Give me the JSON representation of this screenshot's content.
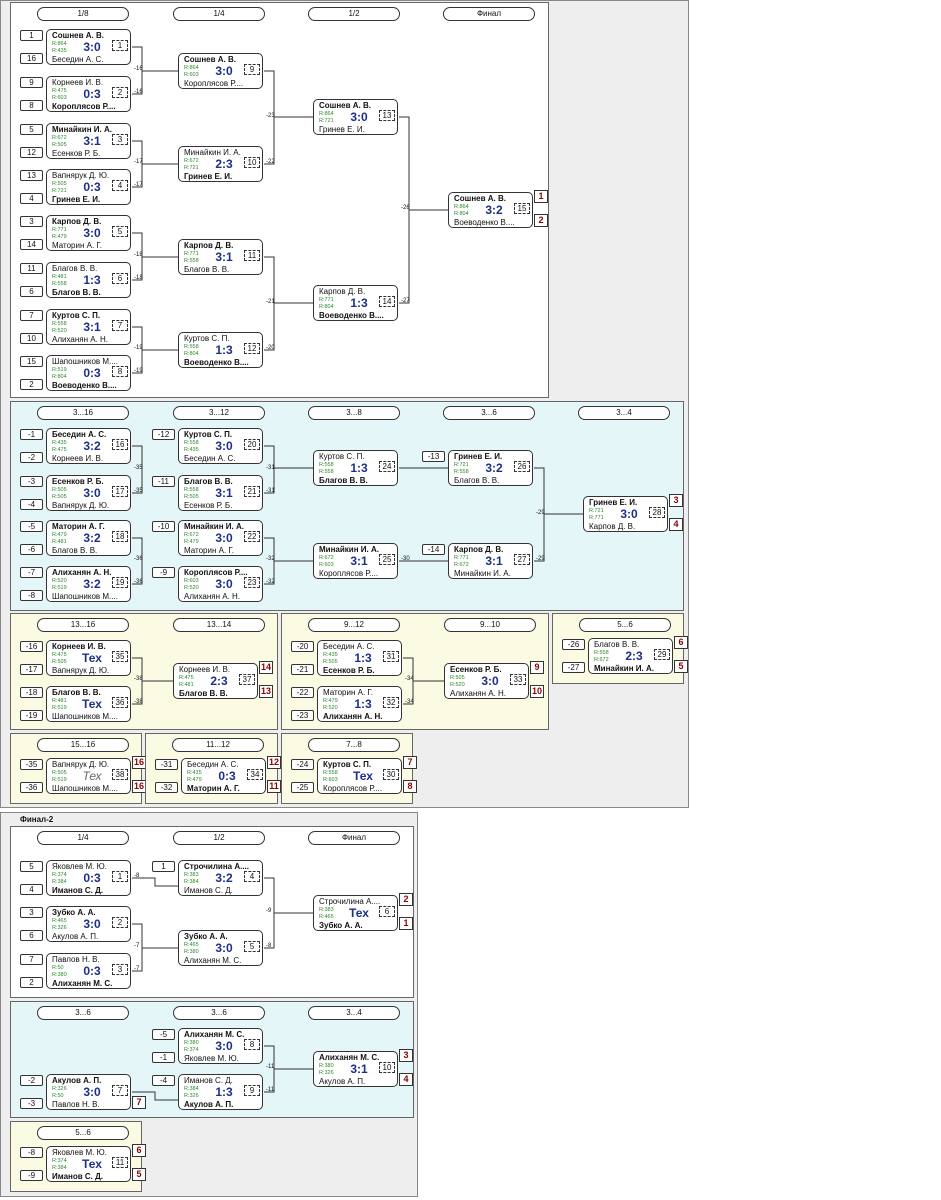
{
  "main": {
    "rounds": [
      "1/8",
      "1/4",
      "1/2",
      "Финал"
    ],
    "r16": [
      {
        "s1": "1",
        "s2": "16",
        "p1": "Сошнев А. В.",
        "p2": "Беседин А. С.",
        "r1": "R:864",
        "r2": "R:435",
        "sc": "3:0",
        "m": "1",
        "l": "-16",
        "w": 1
      },
      {
        "s1": "9",
        "s2": "8",
        "p1": "Корнеев И. В.",
        "p2": "Короплясов Р....",
        "r1": "R:475",
        "r2": "R:603",
        "sc": "0:3",
        "m": "2",
        "l": "-16",
        "w": 2
      },
      {
        "s1": "5",
        "s2": "12",
        "p1": "Минайкин И. А.",
        "p2": "Есенков Р. Б.",
        "r1": "R:672",
        "r2": "R:505",
        "sc": "3:1",
        "m": "3",
        "l": "-17",
        "w": 1
      },
      {
        "s1": "13",
        "s2": "4",
        "p1": "Вапнярук Д. Ю.",
        "p2": "Гринев Е. И.",
        "r1": "R:505",
        "r2": "R:721",
        "sc": "0:3",
        "m": "4",
        "l": "-17",
        "w": 2
      },
      {
        "s1": "3",
        "s2": "14",
        "p1": "Карпов Д. В.",
        "p2": "Маторин А. Г.",
        "r1": "R:771",
        "r2": "R:479",
        "sc": "3:0",
        "m": "5",
        "l": "-18",
        "w": 1
      },
      {
        "s1": "11",
        "s2": "6",
        "p1": "Благов В. В.",
        "p2": "Благов В. В.",
        "r1": "R:481",
        "r2": "R:558",
        "sc": "1:3",
        "m": "6",
        "l": "-18",
        "w": 2
      },
      {
        "s1": "7",
        "s2": "10",
        "p1": "Куртов С. П.",
        "p2": "Алиханян А. Н.",
        "r1": "R:558",
        "r2": "R:520",
        "sc": "3:1",
        "m": "7",
        "l": "-19",
        "w": 1
      },
      {
        "s1": "15",
        "s2": "2",
        "p1": "Шапошников М....",
        "p2": "Воеводенко В....",
        "r1": "R:519",
        "r2": "R:804",
        "sc": "0:3",
        "m": "8",
        "l": "-19",
        "w": 2
      }
    ],
    "qf": [
      {
        "p1": "Сошнев А. В.",
        "p2": "Короплясов Р....",
        "r1": "R:864",
        "r2": "R:603",
        "sc": "3:0",
        "m": "9",
        "l": "-23",
        "w": 1
      },
      {
        "p1": "Минайкин И. А.",
        "p2": "Гринев Е. И.",
        "r1": "R:672",
        "r2": "R:721",
        "sc": "2:3",
        "m": "10",
        "l": "-22",
        "w": 2
      },
      {
        "p1": "Карпов Д. В.",
        "p2": "Благов В. В.",
        "r1": "R:771",
        "r2": "R:558",
        "sc": "3:1",
        "m": "11",
        "l": "-21",
        "w": 1
      },
      {
        "p1": "Куртов С. П.",
        "p2": "Воеводенко В....",
        "r1": "R:558",
        "r2": "R:804",
        "sc": "1:3",
        "m": "12",
        "l": "-20",
        "w": 2
      }
    ],
    "sf": [
      {
        "p1": "Сошнев А. В.",
        "p2": "Гринев Е. И.",
        "r1": "R:864",
        "r2": "R:721",
        "sc": "3:0",
        "m": "13",
        "l": "-26",
        "w": 1
      },
      {
        "p1": "Карпов Д. В.",
        "p2": "Воеводенко В....",
        "r1": "R:771",
        "r2": "R:804",
        "sc": "1:3",
        "m": "14",
        "l": "-27",
        "w": 2
      }
    ],
    "fin": {
      "p1": "Сошнев А. В.",
      "p2": "Воеводенко В....",
      "r1": "R:864",
      "r2": "R:804",
      "sc": "3:2",
      "m": "15",
      "w": 1,
      "pl1": "1",
      "pl2": "2"
    }
  },
  "cons": {
    "rounds": [
      "3...16",
      "3...12",
      "3...8",
      "3...6",
      "3...4"
    ],
    "c1": [
      {
        "s1": "-1",
        "s2": "-2",
        "p1": "Беседин А. С.",
        "p2": "Корнеев И. В.",
        "r1": "R:435",
        "r2": "R:475",
        "sc": "3:2",
        "m": "16",
        "l": "-35",
        "w": 1
      },
      {
        "s1": "-3",
        "s2": "-4",
        "p1": "Есенков Р. Б.",
        "p2": "Вапнярук Д. Ю.",
        "r1": "R:505",
        "r2": "R:505",
        "sc": "3:0",
        "m": "17",
        "l": "-35",
        "w": 1
      },
      {
        "s1": "-5",
        "s2": "-6",
        "p1": "Маторин А. Г.",
        "p2": "Благов В. В.",
        "r1": "R:479",
        "r2": "R:481",
        "sc": "3:2",
        "m": "18",
        "l": "-36",
        "w": 1
      },
      {
        "s1": "-7",
        "s2": "-8",
        "p1": "Алиханян А. Н.",
        "p2": "Шапошников М....",
        "r1": "R:520",
        "r2": "R:519",
        "sc": "3:2",
        "m": "19",
        "l": "-36",
        "w": 1
      }
    ],
    "c2": [
      {
        "s1": "-12",
        "p1": "Куртов С. П.",
        "p2": "Беседин А. С.",
        "r1": "R:558",
        "r2": "R:435",
        "sc": "3:0",
        "m": "20",
        "l": "-31",
        "w": 1
      },
      {
        "s1": "-11",
        "p1": "Благов В. В.",
        "p2": "Есенков Р. Б.",
        "r1": "R:558",
        "r2": "R:505",
        "sc": "3:1",
        "m": "21",
        "l": "-31",
        "w": 1
      },
      {
        "s1": "-10",
        "p1": "Минайкин И. А.",
        "p2": "Маторин А. Г.",
        "r1": "R:672",
        "r2": "R:479",
        "sc": "3:0",
        "m": "22",
        "l": "-32",
        "w": 1
      },
      {
        "s1": "-9",
        "p1": "Короплясов Р....",
        "p2": "Алиханян А. Н.",
        "r1": "R:603",
        "r2": "R:520",
        "sc": "3:0",
        "m": "23",
        "l": "-32",
        "w": 1
      }
    ],
    "c3": [
      {
        "p1": "Куртов С. П.",
        "p2": "Благов В. В.",
        "r1": "R:558",
        "r2": "R:558",
        "sc": "1:3",
        "m": "24",
        "l": "-30",
        "w": 2
      },
      {
        "p1": "Минайкин И. А.",
        "p2": "Короплясов Р....",
        "r1": "R:672",
        "r2": "R:603",
        "sc": "3:1",
        "m": "25",
        "l": "-30",
        "w": 1
      }
    ],
    "c4": [
      {
        "s1": "-13",
        "p1": "Гринев Е. И.",
        "p2": "Благов В. В.",
        "r1": "R:721",
        "r2": "R:558",
        "sc": "3:2",
        "m": "26",
        "l": "-29",
        "w": 1
      },
      {
        "s1": "-14",
        "p1": "Карпов Д. В.",
        "p2": "Минайкин И. А.",
        "r1": "R:771",
        "r2": "R:672",
        "sc": "3:1",
        "m": "27",
        "l": "-29",
        "w": 1
      }
    ],
    "c5": {
      "p1": "Гринев Е. И.",
      "p2": "Карпов Д. В.",
      "r1": "R:721",
      "r2": "R:771",
      "sc": "3:0",
      "m": "28",
      "w": 1,
      "pl1": "3",
      "pl2": "4"
    }
  },
  "b1316": {
    "rounds": [
      "13...16",
      "13...14"
    ],
    "a": [
      {
        "s1": "-16",
        "s2": "-17",
        "p1": "Корнеев И. В.",
        "p2": "Вапнярук Д. Ю.",
        "r1": "R:475",
        "r2": "R:505",
        "sc": "Тех",
        "m": "35",
        "l": "-38",
        "w": 1
      },
      {
        "s1": "-18",
        "s2": "-19",
        "p1": "Благов В. В.",
        "p2": "Шапошников М....",
        "r1": "R:481",
        "r2": "R:519",
        "sc": "Тех",
        "m": "36",
        "l": "-38",
        "w": 1
      }
    ],
    "b": {
      "p1": "Корнеев И. В.",
      "p2": "Благов В. В.",
      "r1": "R:475",
      "r2": "R:481",
      "sc": "2:3",
      "m": "37",
      "w": 2,
      "pl1": "14",
      "pl2": "13"
    }
  },
  "b912": {
    "rounds": [
      "9...12",
      "9...10"
    ],
    "a": [
      {
        "s1": "-20",
        "s2": "-21",
        "p1": "Беседин А. С.",
        "p2": "Есенков Р. Б.",
        "r1": "R:435",
        "r2": "R:505",
        "sc": "1:3",
        "m": "31",
        "l": "-34",
        "w": 2
      },
      {
        "s1": "-22",
        "s2": "-23",
        "p1": "Маторин А. Г.",
        "p2": "Алиханян А. Н.",
        "r1": "R:479",
        "r2": "R:520",
        "sc": "1:3",
        "m": "32",
        "l": "-34",
        "w": 2
      }
    ],
    "b": {
      "p1": "Есенков Р. Б.",
      "p2": "Алиханян А. Н.",
      "r1": "R:505",
      "r2": "R:520",
      "sc": "3:0",
      "m": "33",
      "w": 1,
      "pl1": "9",
      "pl2": "10"
    }
  },
  "b56": {
    "round": "5...6",
    "s1": "-26",
    "s2": "-27",
    "p1": "Благов В. В.",
    "p2": "Минайкин И. А.",
    "r1": "R:558",
    "r2": "R:672",
    "sc": "2:3",
    "m": "29",
    "w": 2,
    "pl1": "6",
    "pl2": "5"
  },
  "b1516": {
    "round": "15...16",
    "s1": "-35",
    "s2": "-36",
    "p1": "Вапнярук Д. Ю.",
    "p2": "Шапошников М....",
    "r1": "R:505",
    "r2": "R:519",
    "sc": "Тех",
    "m": "38",
    "w": 0,
    "pl1": "16",
    "pl2": "16"
  },
  "b1112": {
    "round": "11...12",
    "s1": "-31",
    "s2": "-32",
    "p1": "Беседин А. С.",
    "p2": "Маторин А. Г.",
    "r1": "R:435",
    "r2": "R:479",
    "sc": "0:3",
    "m": "34",
    "w": 2,
    "pl1": "12",
    "pl2": "11"
  },
  "b78": {
    "round": "7...8",
    "s1": "-24",
    "s2": "-25",
    "p1": "Куртов С. П.",
    "p2": "Короплясов Р....",
    "r1": "R:558",
    "r2": "R:603",
    "sc": "Тех",
    "m": "30",
    "w": 1,
    "pl1": "7",
    "pl2": "8"
  },
  "f2": {
    "title": "Финал-2",
    "rounds": [
      "1/4",
      "1/2",
      "Финал"
    ],
    "qf": [
      {
        "s1": "5",
        "s2": "4",
        "p1": "Яковлев М. Ю.",
        "p2": "Иманов С. Д.",
        "r1": "R:374",
        "r2": "R:384",
        "sc": "0:3",
        "m": "1",
        "l": "-8",
        "w": 2
      },
      {
        "s1": "3",
        "s2": "6",
        "p1": "Зубко А. А.",
        "p2": "Акулов А. П.",
        "r1": "R:465",
        "r2": "R:326",
        "sc": "3:0",
        "m": "2",
        "l": "-7",
        "w": 1
      },
      {
        "s1": "7",
        "s2": "2",
        "p1": "Павлов Н. В.",
        "p2": "Алиханян М. С.",
        "r1": "R:50",
        "r2": "R:380",
        "sc": "0:3",
        "m": "3",
        "l": "-7",
        "w": 2
      }
    ],
    "sf": [
      {
        "s1": "1",
        "p1": "Строчилина А....",
        "p2": "Иманов С. Д.",
        "r1": "R:383",
        "r2": "R:384",
        "sc": "3:2",
        "m": "4",
        "l": "-9",
        "w": 1
      },
      {
        "p1": "Зубко А. А.",
        "p2": "Алиханян М. С.",
        "r1": "R:465",
        "r2": "R:380",
        "sc": "3:0",
        "m": "5",
        "l": "-8",
        "w": 1
      }
    ],
    "fin": {
      "p1": "Строчилина А....",
      "p2": "Зубко А. А.",
      "r1": "R:383",
      "r2": "R:465",
      "sc": "Тех",
      "m": "6",
      "w": 2,
      "pl1": "2",
      "pl2": "1"
    }
  },
  "f2c": {
    "rounds": [
      "3...6",
      "3...6",
      "3...4"
    ],
    "a": {
      "s1": "-2",
      "s2": "-3",
      "p1": "Акулов А. П.",
      "p2": "Павлов Н. В.",
      "r1": "R:326",
      "r2": "R:50",
      "sc": "3:0",
      "m": "7",
      "w": 1,
      "pl2": "7"
    },
    "b": [
      {
        "s1": "-5",
        "s2": "-1",
        "p1": "Алиханян М. С.",
        "p2": "Яковлев М. Ю.",
        "r1": "R:380",
        "r2": "R:374",
        "sc": "3:0",
        "m": "8",
        "l": "-11",
        "w": 1
      },
      {
        "s1": "-4",
        "p1": "Иманов С. Д.",
        "p2": "Акулов А. П.",
        "r1": "R:384",
        "r2": "R:326",
        "sc": "1:3",
        "m": "9",
        "l": "-11",
        "w": 2
      }
    ],
    "c": {
      "p1": "Алиханян М. С.",
      "p2": "Акулов А. П.",
      "r1": "R:380",
      "r2": "R:326",
      "sc": "3:1",
      "m": "10",
      "w": 1,
      "pl1": "3",
      "pl2": "4"
    }
  },
  "f256": {
    "round": "5...6",
    "s1": "-8",
    "s2": "-9",
    "p1": "Яковлев М. Ю.",
    "p2": "Иманов С. Д.",
    "r1": "R:374",
    "r2": "R:384",
    "sc": "Тех",
    "m": "11",
    "w": 2,
    "pl1": "6",
    "pl2": "5"
  },
  "colors": {
    "cyan": "#e4f6f8",
    "yellow": "#fbfbe4",
    "grey": "#eeeeee",
    "score": "#1c2f8a",
    "place": "#8b0000",
    "rating": "#2a8a2a"
  }
}
